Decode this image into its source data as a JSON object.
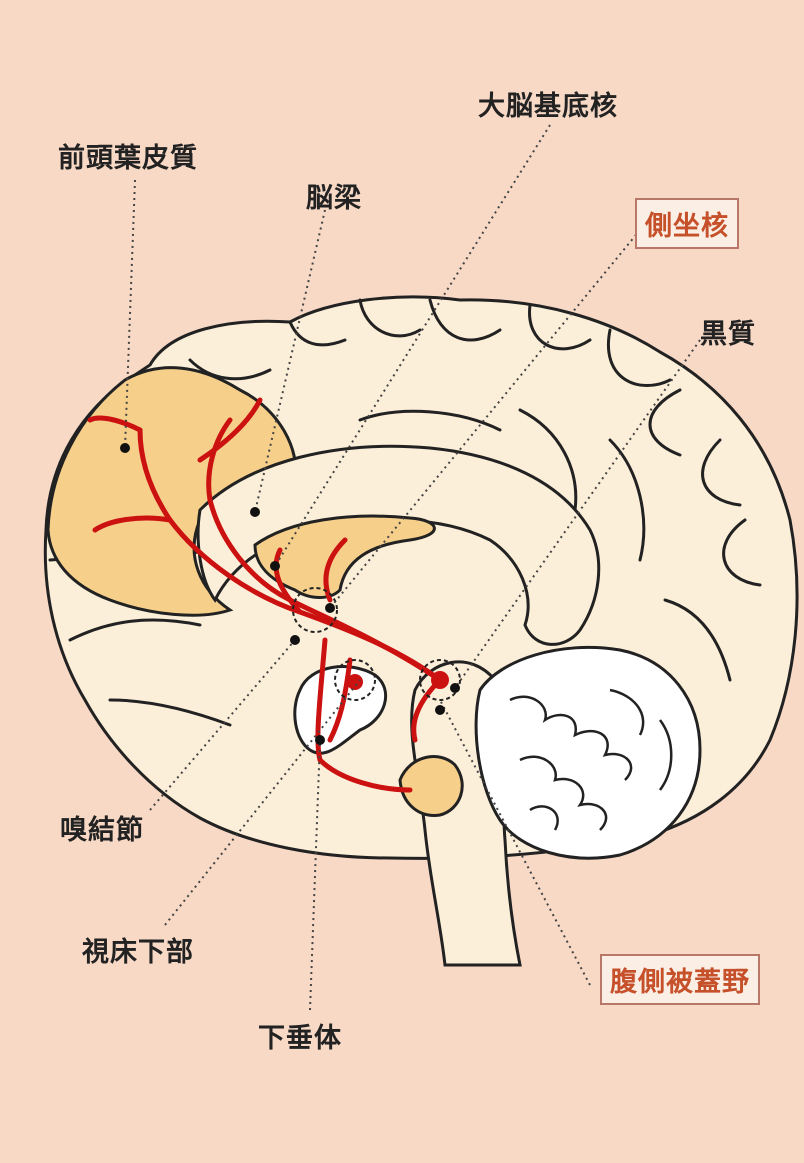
{
  "labels": {
    "prefrontal_cortex": "前頭葉皮質",
    "corpus_callosum": "脳梁",
    "basal_ganglia": "大脳基底核",
    "nucleus_accumbens": "側坐核",
    "substantia_nigra": "黒質",
    "olfactory_bulb": "嗅結節",
    "hypothalamus": "視床下部",
    "pituitary": "下垂体",
    "ventral_tegmental_area": "腹側被蓋野"
  },
  "colors": {
    "background": "#f7d9c6",
    "brain_fill": "#fcefd9",
    "highlight_fill": "#f6cf8a",
    "pathway": "#cc1111",
    "outline": "#222222",
    "boxed_label_text": "#c5502a",
    "boxed_label_border": "#b9776a"
  }
}
